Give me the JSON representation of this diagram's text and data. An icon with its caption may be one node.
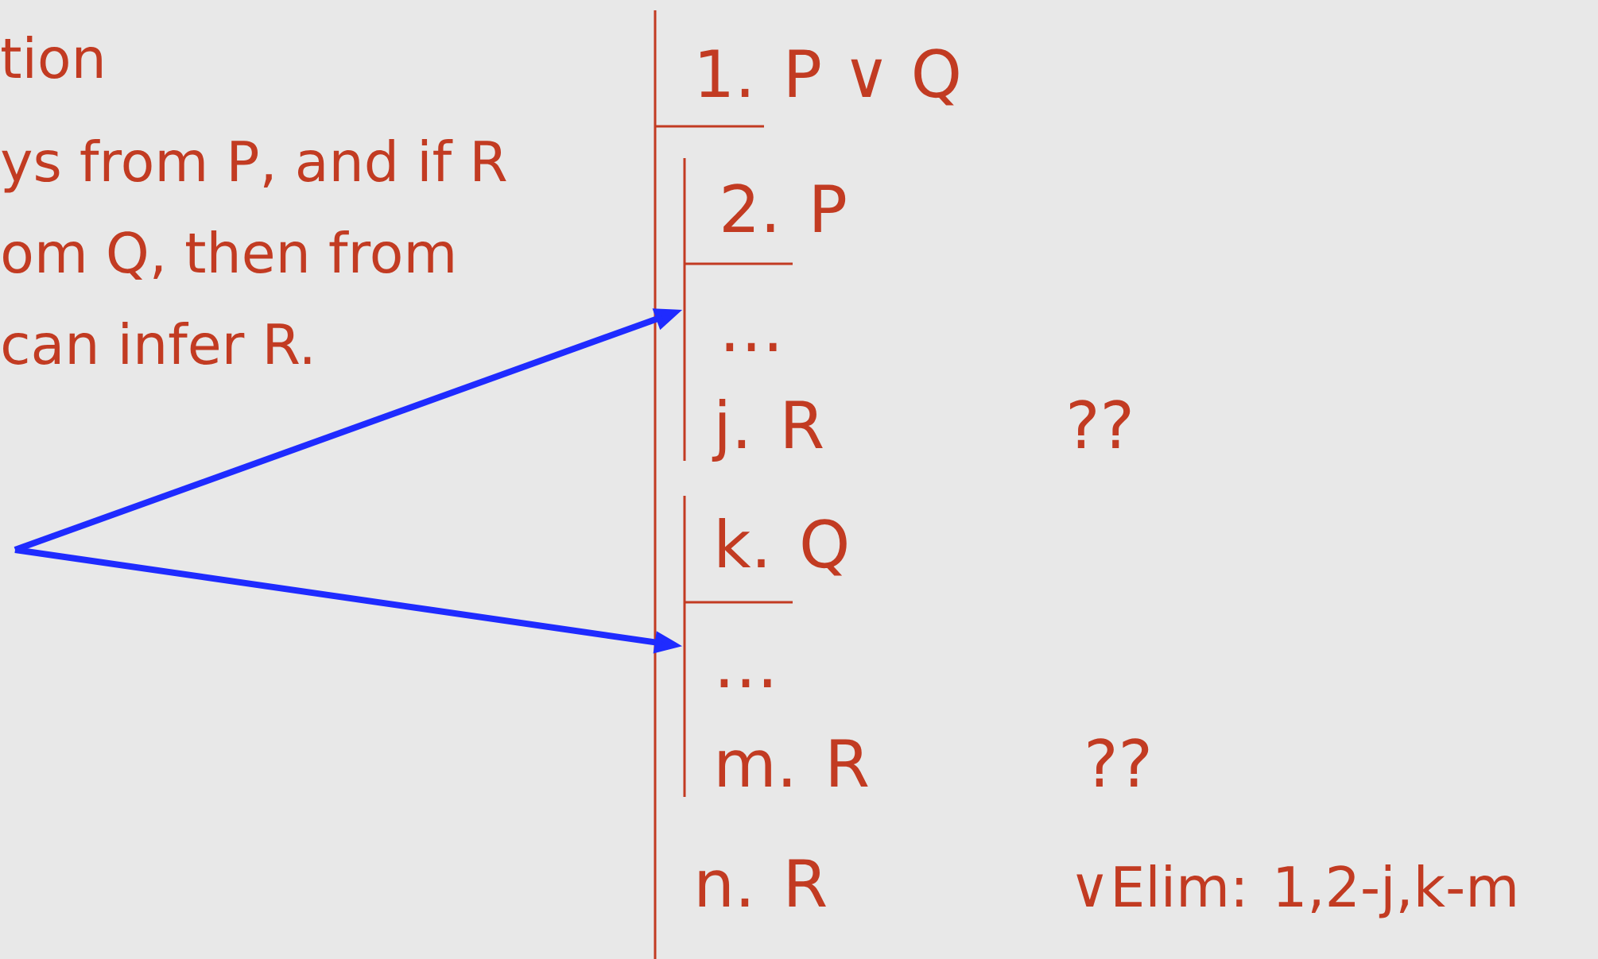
{
  "diagram": {
    "nodes": [
      {
        "text": [],
        "shape": "bar"
      },
      {
        "text": [],
        "shape": "bar"
      }
    ],
    "edges": [
      {
        "from": null,
        "to": 0,
        "arrow": "to"
      },
      {
        "from": null,
        "to": 1,
        "arrow": "to"
      }
    ],
    "labels": [
      "tion",
      "ys from P, and if R",
      "om Q, then from",
      "can infer R.",
      "1. P ∨ Q",
      "2. P",
      "…",
      "j. R",
      "??",
      "k. Q",
      "…",
      "m. R",
      "??",
      "n. R",
      "∨Elim: 1,2-j,k-m"
    ]
  }
}
